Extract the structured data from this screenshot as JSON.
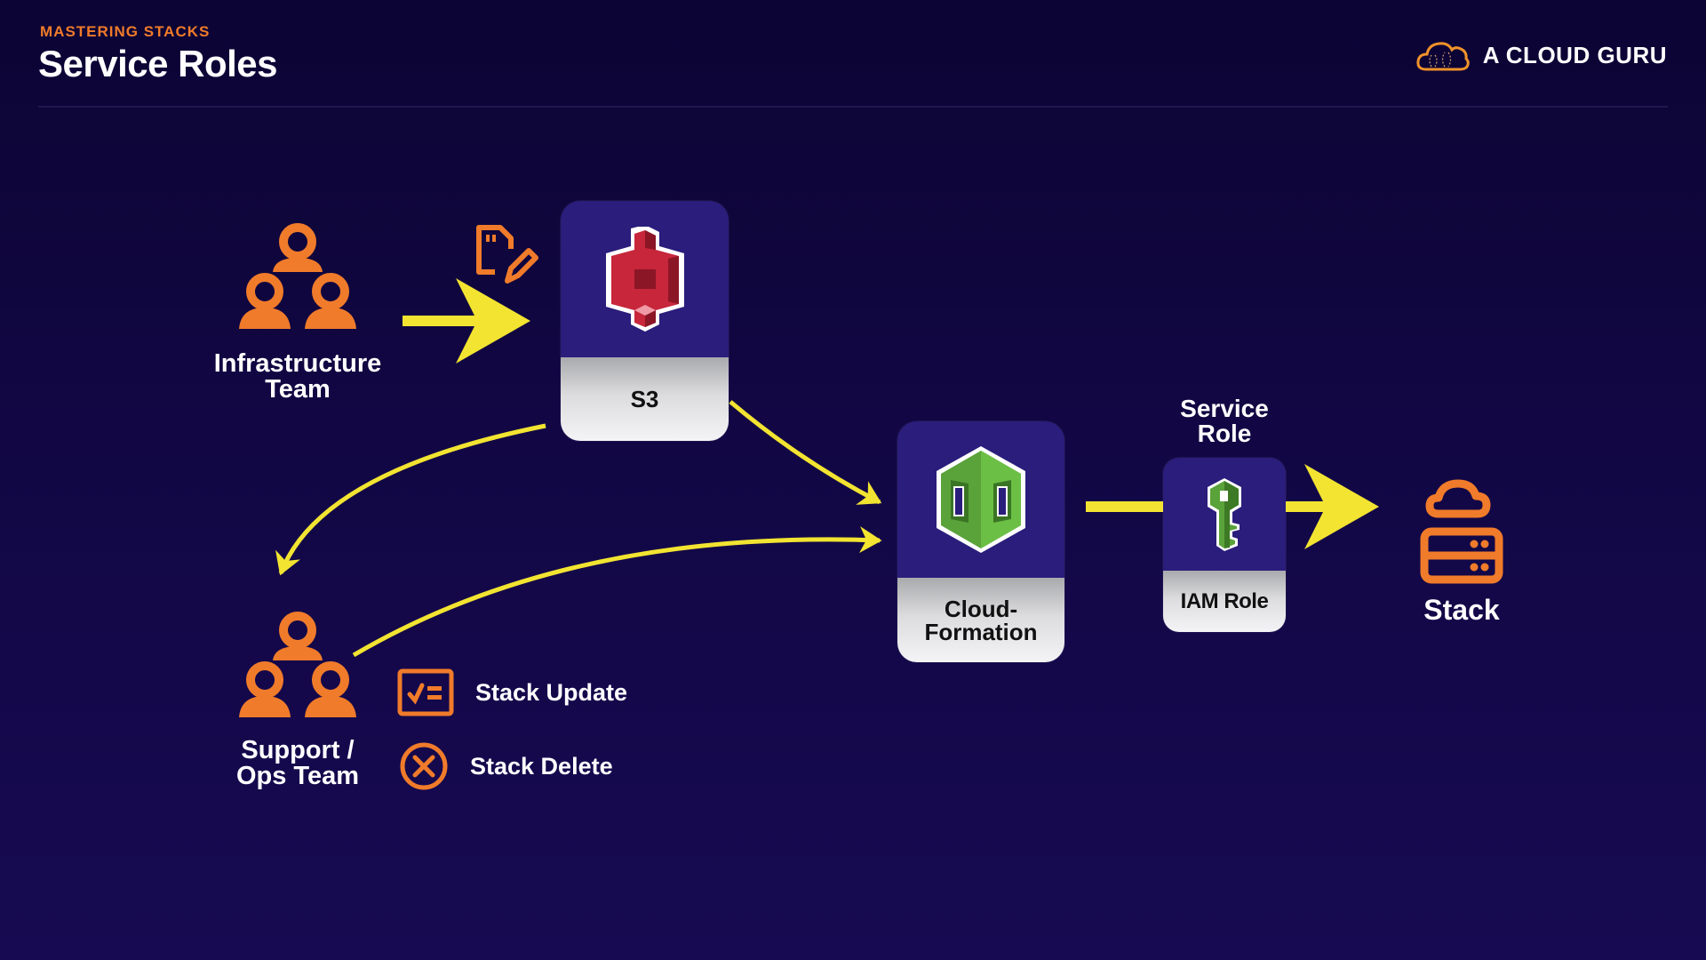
{
  "header": {
    "eyebrow": "MASTERING STACKS",
    "title": "Service Roles",
    "brand": "A CLOUD GURU"
  },
  "colors": {
    "accent_orange": "#f07b2a",
    "arrow_yellow": "#f2e431",
    "background": "#120744",
    "card_top": "#2a1d7c"
  },
  "nodes": {
    "infra_team": {
      "label_line1": "Infrastructure",
      "label_line2": "Team",
      "icon": "team-icon"
    },
    "template_icon": "template-edit-icon",
    "s3": {
      "label": "S3",
      "icon": "s3-bucket-icon"
    },
    "cloudformation": {
      "label_line1": "Cloud-",
      "label_line2": "Formation",
      "icon": "cloudformation-icon"
    },
    "service_role": {
      "caption_line1": "Service",
      "caption_line2": "Role",
      "label": "IAM Role",
      "icon": "iam-key-icon"
    },
    "stack": {
      "label": "Stack",
      "icon": "cloud-server-icon"
    },
    "ops_team": {
      "label_line1": "Support /",
      "label_line2": "Ops Team",
      "icon": "team-icon"
    }
  },
  "actions": [
    {
      "label": "Stack Update",
      "icon": "checklist-icon"
    },
    {
      "label": "Stack Delete",
      "icon": "close-circle-icon"
    }
  ],
  "edges": [
    {
      "from": "Infrastructure Team",
      "to": "S3"
    },
    {
      "from": "S3",
      "to": "CloudFormation"
    },
    {
      "from": "S3",
      "to": "Support / Ops Team"
    },
    {
      "from": "Support / Ops Team",
      "to": "CloudFormation"
    },
    {
      "from": "CloudFormation",
      "to": "IAM Role"
    },
    {
      "from": "IAM Role",
      "to": "Stack"
    }
  ]
}
